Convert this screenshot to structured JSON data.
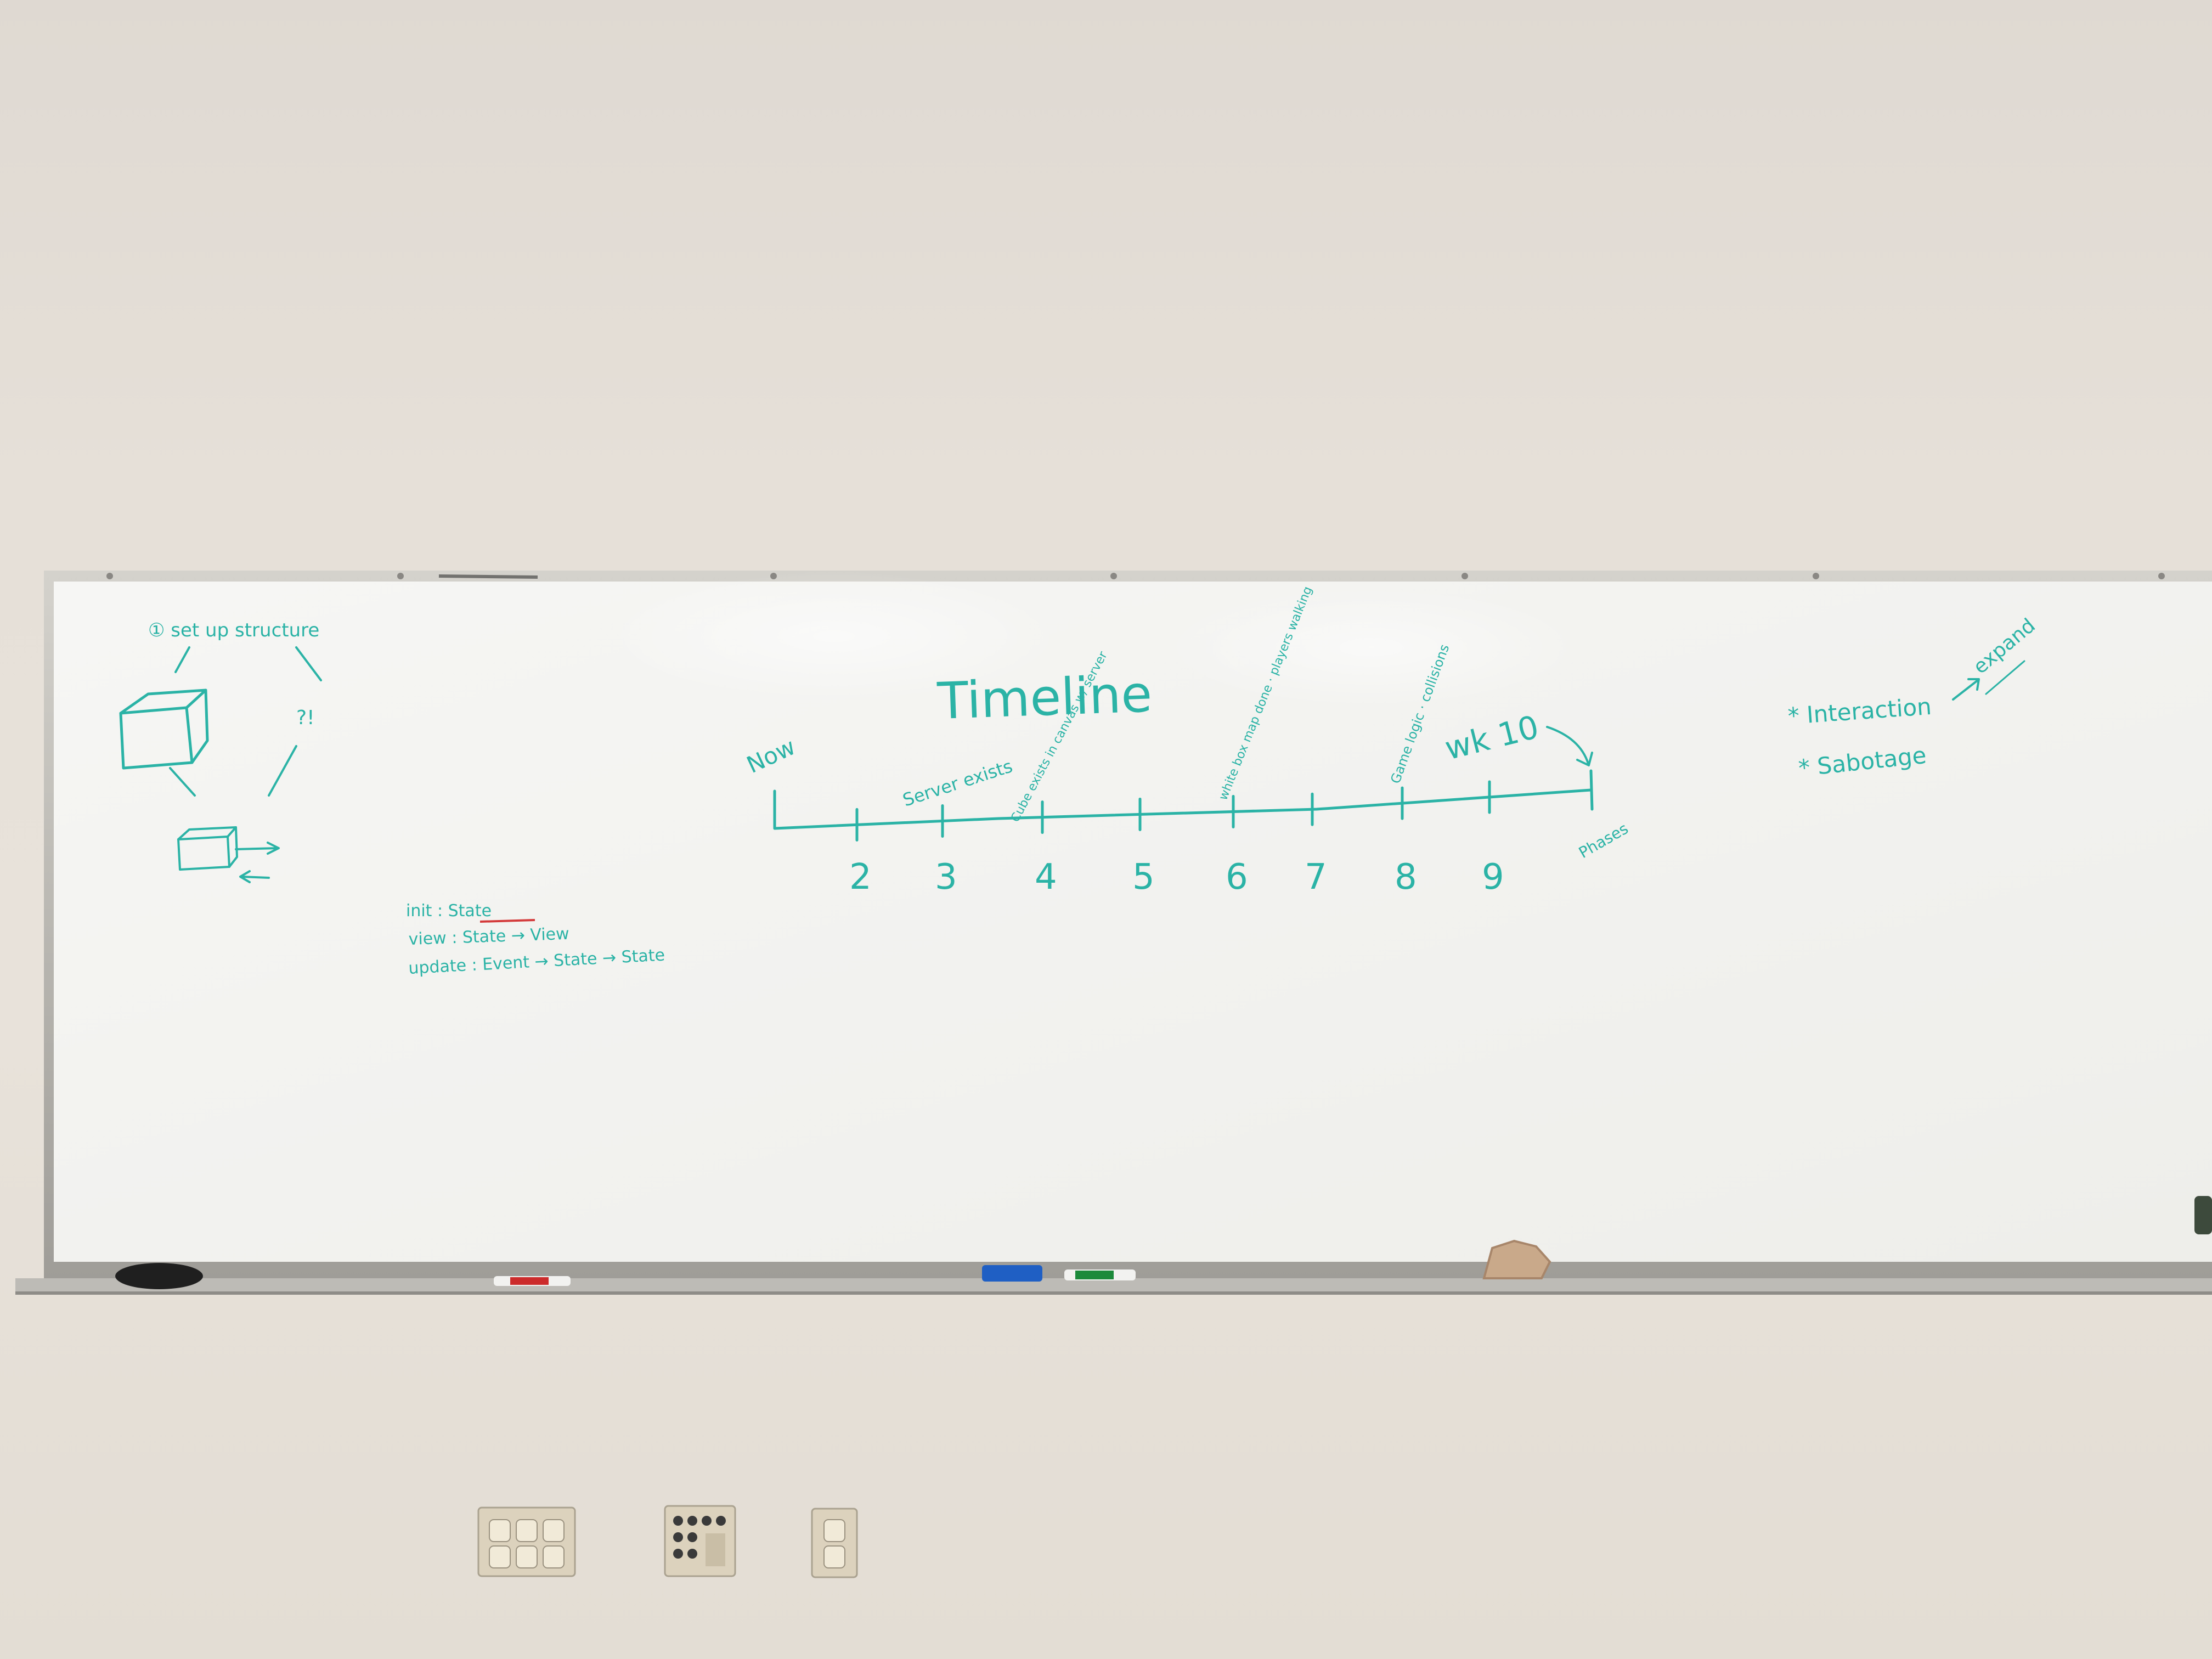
{
  "whiteboard": {
    "structure_note": "① set up structure",
    "structure_question": "?!",
    "code_notes": {
      "init": "init : State",
      "view": "view : State → View",
      "update": "update : Event → State → State"
    },
    "timeline": {
      "title": "Timeline",
      "start_label": "Now",
      "week_numbers": [
        "2",
        "3",
        "4",
        "5",
        "6",
        "7",
        "8",
        "9"
      ],
      "milestones": [
        {
          "week": "3",
          "text": "Server exists"
        },
        {
          "week": "4",
          "text": "Cube exists in canvas w/ server"
        },
        {
          "week": "6",
          "text": "white box map done · players walking"
        },
        {
          "week": "8",
          "text": "Game logic · collisions"
        }
      ],
      "end_label": "wk 10",
      "end_note": "Phases"
    },
    "goals": [
      "* Interaction",
      "* Sabotage"
    ],
    "goal_note": "expand"
  },
  "colors": {
    "wall": "#e6e0d8",
    "board": "#f3f2ef",
    "frame": "#b8b6b0",
    "marker_ink": "#2bb3a6",
    "underline_red": "#d43b3b",
    "eraser": "#1f1f1f",
    "blue_marker": "#1f5fc4",
    "green_marker": "#1c8a3a",
    "red_marker": "#cc2b2b"
  }
}
